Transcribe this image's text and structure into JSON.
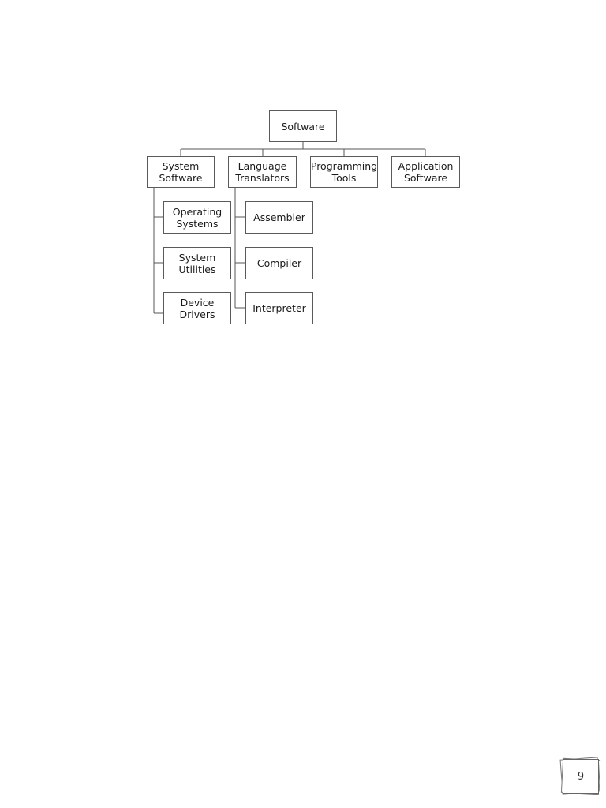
{
  "diagram": {
    "root": "Software",
    "categories": {
      "system_software": "System\nSoftware",
      "language_translators": "Language\nTranslators",
      "programming_tools": "Programming\nTools",
      "application_software": "Application\nSoftware"
    },
    "system_software_children": {
      "operating_systems": "Operating\nSystems",
      "system_utilities": "System\nUtilities",
      "device_drivers": "Device\nDrivers"
    },
    "language_translators_children": {
      "assembler": "Assembler",
      "compiler": "Compiler",
      "interpreter": "Interpreter"
    }
  },
  "footer": {
    "page_number": "9"
  }
}
